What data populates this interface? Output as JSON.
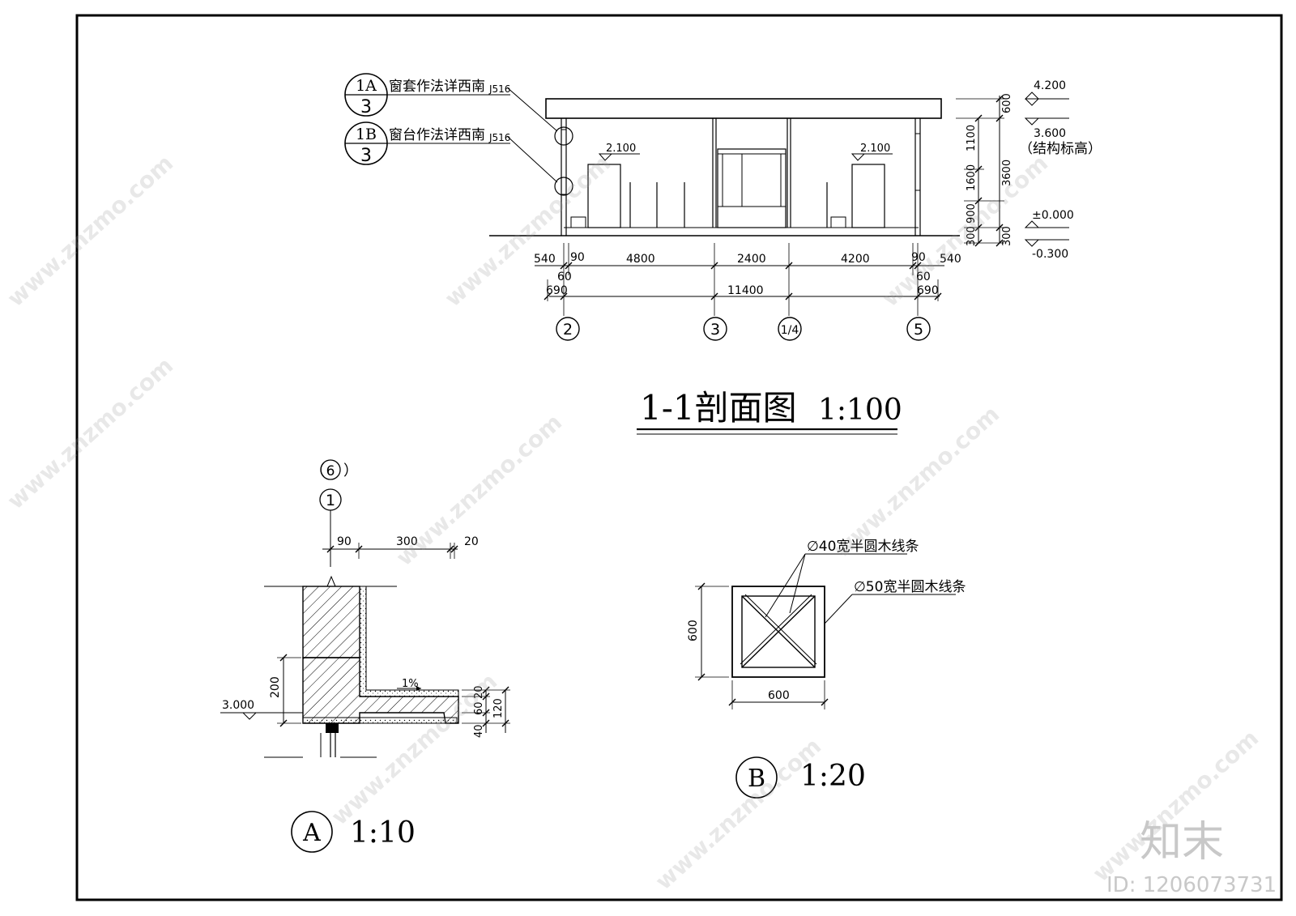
{
  "section": {
    "title": "1-1剖面图",
    "scale": "1:100",
    "callout_1a": {
      "top": "1A",
      "bottom": "3",
      "note": "窗套作法详西南",
      "overlap": "J516"
    },
    "callout_1b": {
      "top": "1B",
      "bottom": "3",
      "note": "窗台作法详西南",
      "overlap": "J516"
    },
    "interior_level_left": "2.100",
    "interior_level_right": "2.100",
    "levels": {
      "roof": "4.200",
      "struct": "3.600",
      "struct_note": "（结构标高）",
      "ground": "±0.000",
      "outside": "-0.300"
    },
    "vertical_dims": {
      "d600": "600",
      "d1100": "1100",
      "d1600": "1600",
      "d900": "900",
      "d300": "300",
      "d3600": "3600",
      "d300b": "300"
    },
    "horizontal_dims": {
      "d540l": "540",
      "d90l": "90",
      "d4800": "4800",
      "d2400": "2400",
      "d4200": "4200",
      "d90r": "90",
      "d540r": "540",
      "d60l": "60",
      "d60r": "60",
      "d690l": "690",
      "d11400": "11400",
      "d690r": "690"
    },
    "axes": [
      "2",
      "3",
      "1/4",
      "5"
    ]
  },
  "detail_a": {
    "label": "A",
    "scale": "1:10",
    "axis_ref": "6",
    "axis": "1",
    "dims": {
      "d90": "90",
      "d300": "300",
      "d20": "20",
      "d200": "200",
      "d20v": "20",
      "d60": "60",
      "d40": "40",
      "d120": "120"
    },
    "slope": "1%",
    "level": "3.000"
  },
  "detail_b": {
    "label": "B",
    "scale": "1:20",
    "note_40": "∅40宽半圆木线条",
    "note_50": "∅50宽半圆木线条",
    "width": "600",
    "height": "600"
  },
  "watermark": {
    "brand": "知末",
    "site": "www.znzmo.com",
    "id": "ID: 1206073731"
  }
}
